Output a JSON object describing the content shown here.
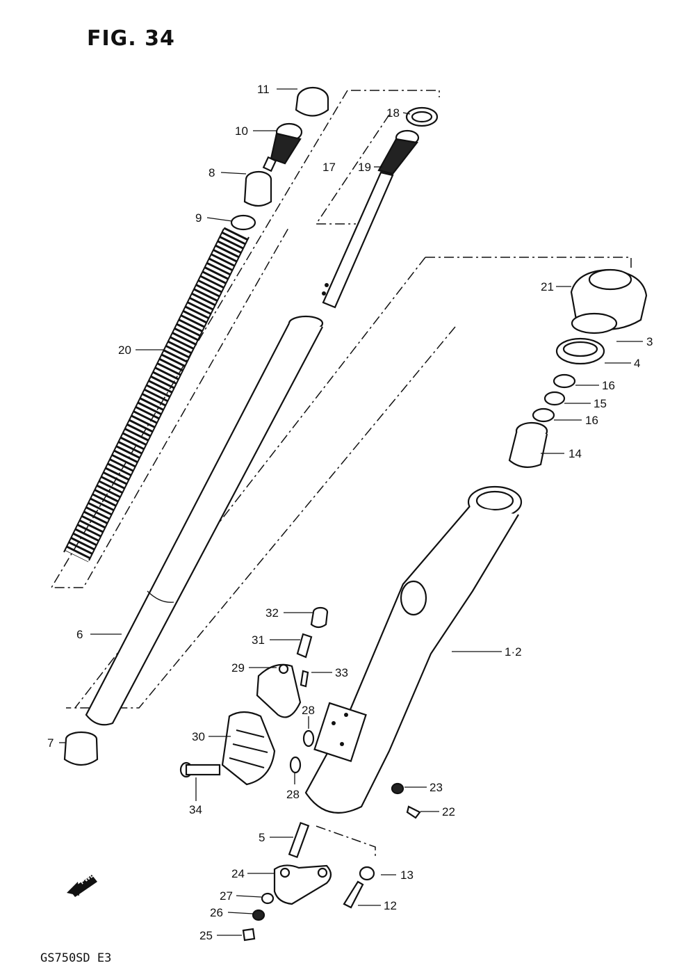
{
  "figure": {
    "title": "FIG. 34",
    "model_code": "GS750SD E3",
    "fwd_label": "FWD"
  },
  "callouts": [
    {
      "id": "11",
      "text": "11"
    },
    {
      "id": "10",
      "text": "10"
    },
    {
      "id": "8",
      "text": "8"
    },
    {
      "id": "9",
      "text": "9"
    },
    {
      "id": "18",
      "text": "18"
    },
    {
      "id": "17",
      "text": "17"
    },
    {
      "id": "19",
      "text": "19"
    },
    {
      "id": "20",
      "text": "20"
    },
    {
      "id": "21",
      "text": "21"
    },
    {
      "id": "3",
      "text": "3"
    },
    {
      "id": "4",
      "text": "4"
    },
    {
      "id": "16a",
      "text": "16"
    },
    {
      "id": "15",
      "text": "15"
    },
    {
      "id": "16b",
      "text": "16"
    },
    {
      "id": "14",
      "text": "14"
    },
    {
      "id": "1-2",
      "text": "1·2"
    },
    {
      "id": "6",
      "text": "6"
    },
    {
      "id": "7",
      "text": "7"
    },
    {
      "id": "32",
      "text": "32"
    },
    {
      "id": "31",
      "text": "31"
    },
    {
      "id": "29",
      "text": "29"
    },
    {
      "id": "33",
      "text": "33"
    },
    {
      "id": "28a",
      "text": "28"
    },
    {
      "id": "30",
      "text": "30"
    },
    {
      "id": "34",
      "text": "34"
    },
    {
      "id": "28b",
      "text": "28"
    },
    {
      "id": "23",
      "text": "23"
    },
    {
      "id": "22",
      "text": "22"
    },
    {
      "id": "5",
      "text": "5"
    },
    {
      "id": "24",
      "text": "24"
    },
    {
      "id": "13",
      "text": "13"
    },
    {
      "id": "27",
      "text": "27"
    },
    {
      "id": "12",
      "text": "12"
    },
    {
      "id": "26",
      "text": "26"
    },
    {
      "id": "25",
      "text": "25"
    }
  ]
}
